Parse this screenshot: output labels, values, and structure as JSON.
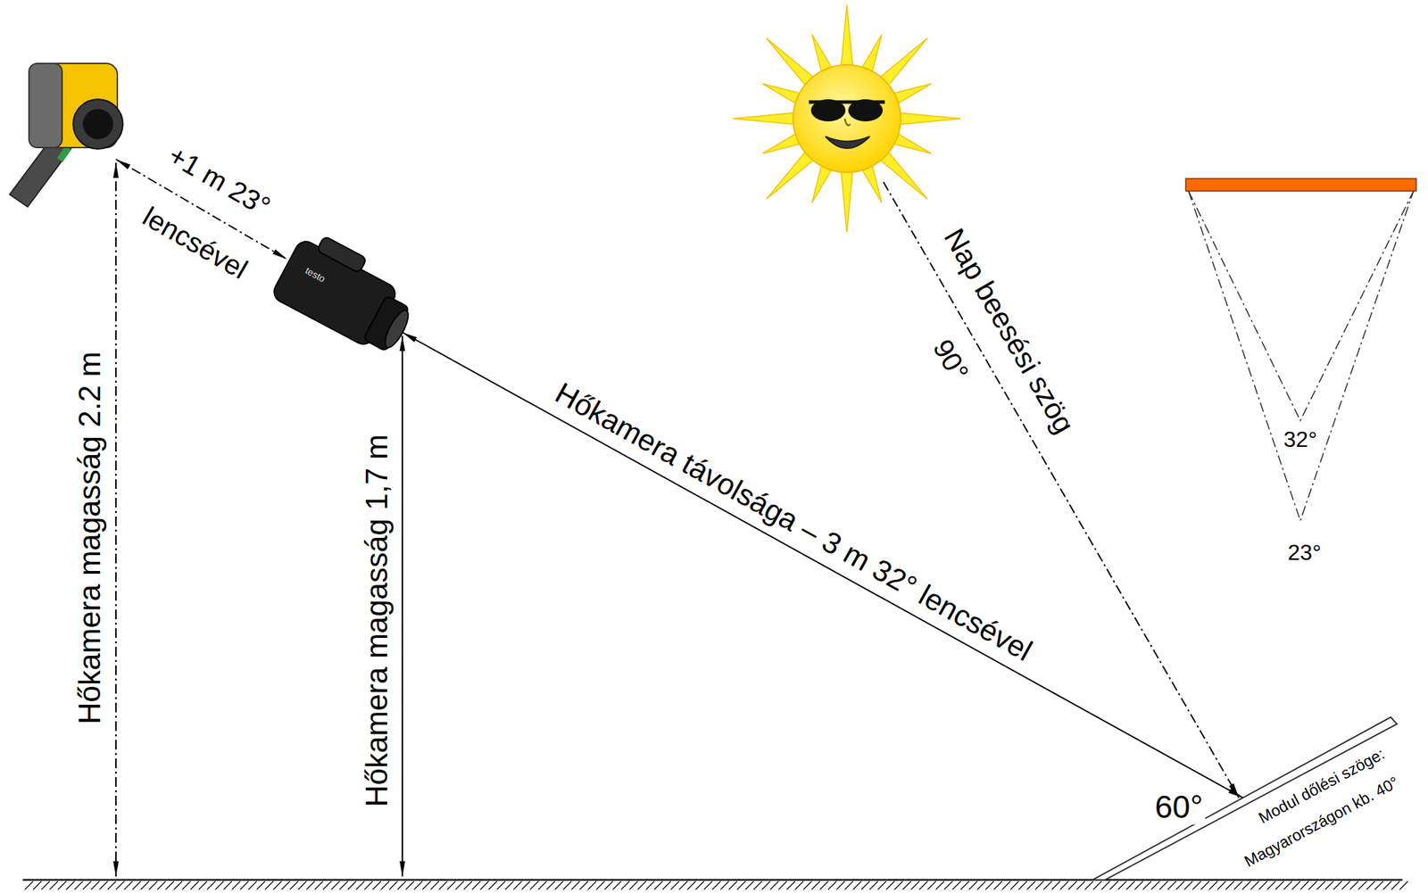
{
  "diagram": {
    "labels": [
      "+1 m 23°",
      "lencsével",
      "Hőkamera magasság 2.2 m",
      "testo",
      "Hőkamera magasság 1,7 m",
      "Hőkamera távolsága – 3 m 32° lencsével",
      "Nap beesési szög",
      "90°",
      "32°",
      "23°",
      "60°",
      "Modul dőlési szöge:",
      "Magyarországon kb. 40°"
    ]
  }
}
